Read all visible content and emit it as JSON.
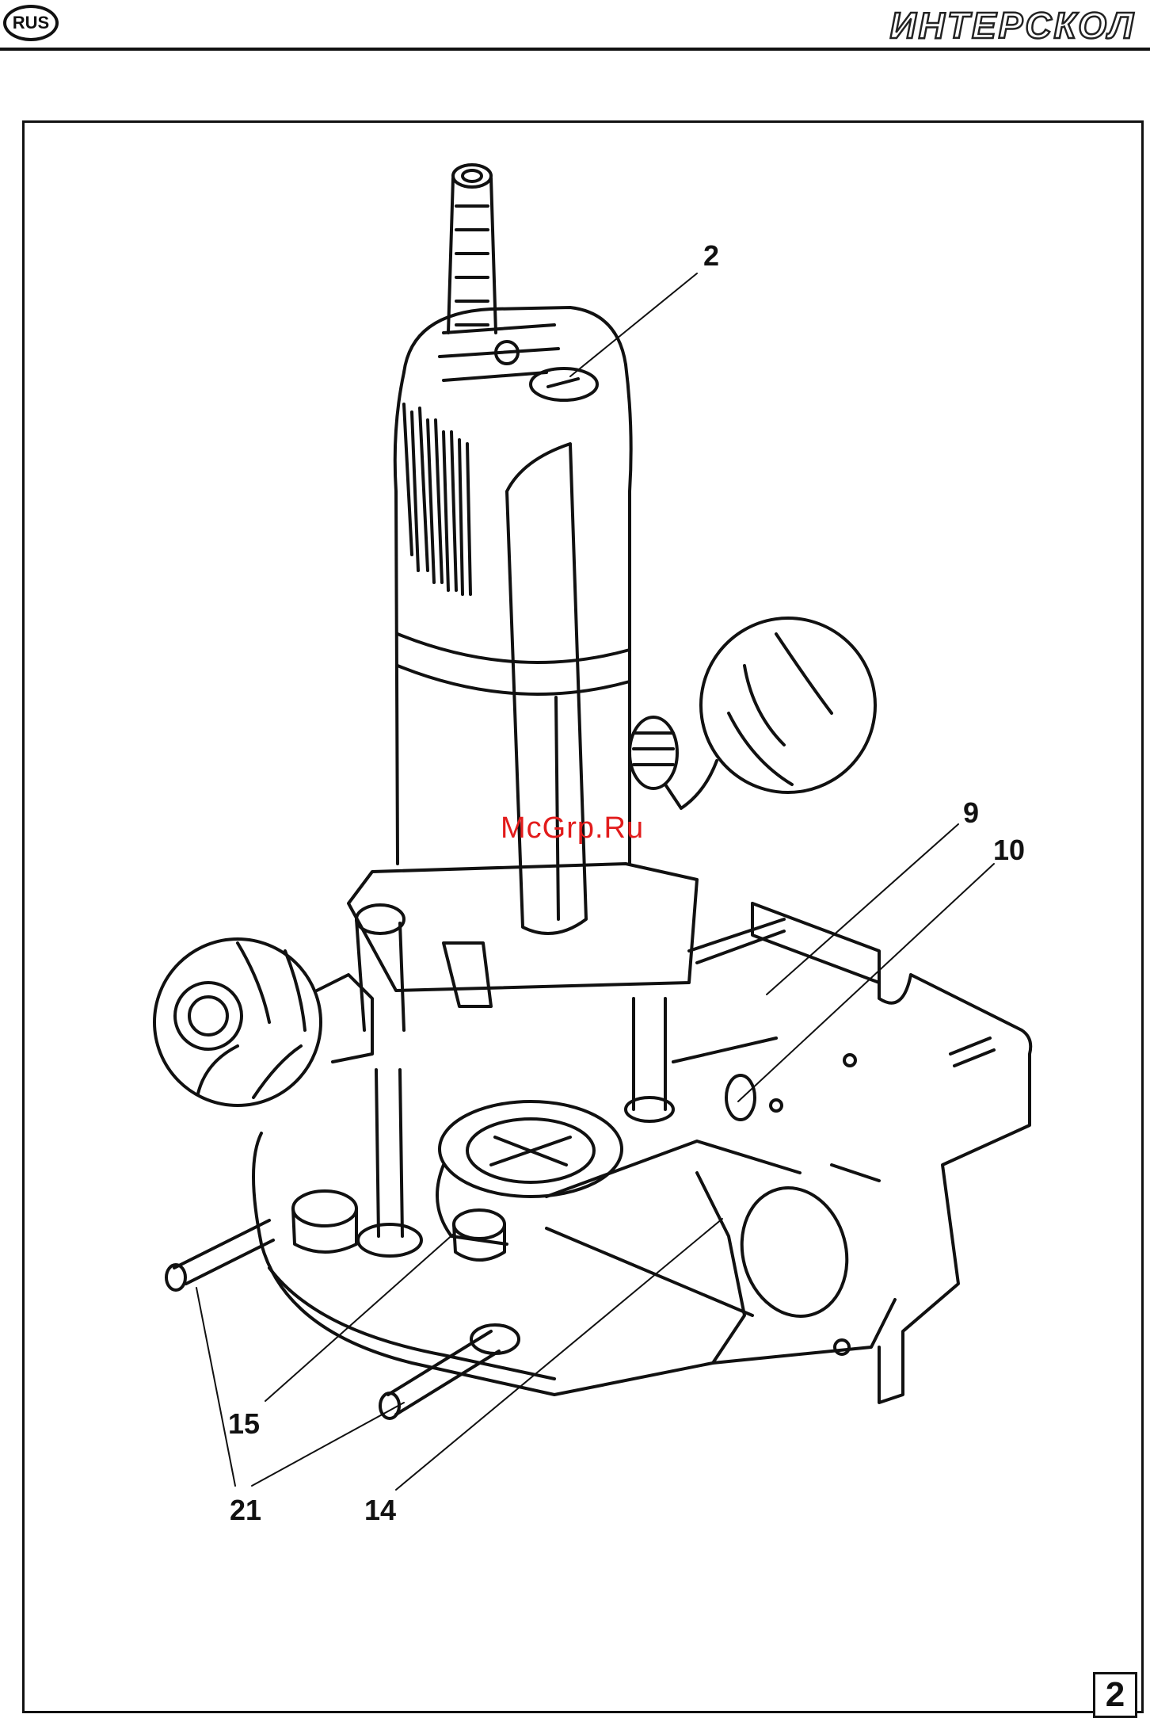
{
  "header": {
    "lang_code": "RUS",
    "brand_name": "ИНТЕРСКОЛ"
  },
  "figure": {
    "callouts": [
      "2",
      "9",
      "10",
      "15",
      "21",
      "14"
    ]
  },
  "watermark": "McGrp.Ru",
  "footer": {
    "page_number": "2"
  }
}
